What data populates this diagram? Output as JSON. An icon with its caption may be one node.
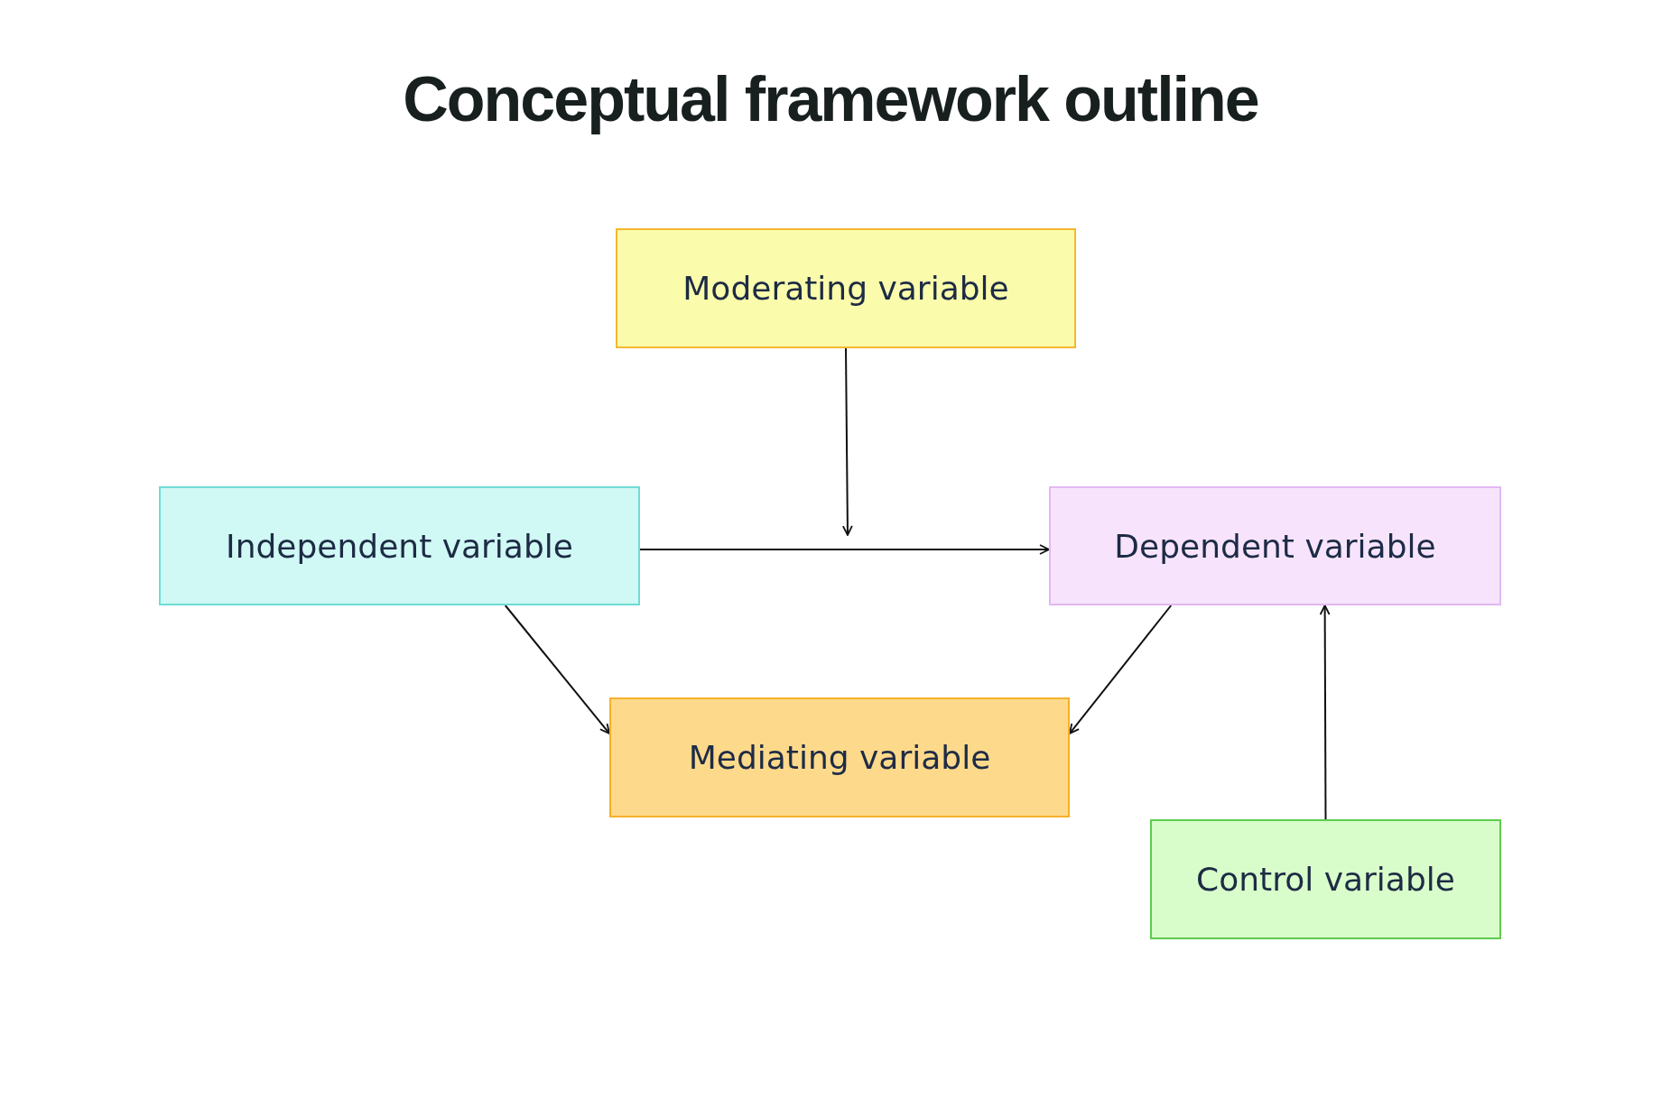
{
  "diagram": {
    "title": "Conceptual framework outline",
    "nodes": [
      {
        "text": [
          "Moderating variable"
        ]
      },
      {
        "text": [
          "Independent variable"
        ]
      },
      {
        "text": [
          "Dependent variable"
        ]
      },
      {
        "text": [
          "Mediating variable"
        ]
      },
      {
        "text": [
          "Control variable"
        ]
      }
    ],
    "edges": [
      {
        "from": 0,
        "to": null,
        "arrow": "to"
      },
      {
        "from": 1,
        "to": 2,
        "arrow": "to"
      },
      {
        "from": 1,
        "to": 3,
        "arrow": "to"
      },
      {
        "from": 2,
        "to": 3,
        "arrow": "to"
      },
      {
        "from": 4,
        "to": 2,
        "arrow": "to"
      }
    ]
  }
}
